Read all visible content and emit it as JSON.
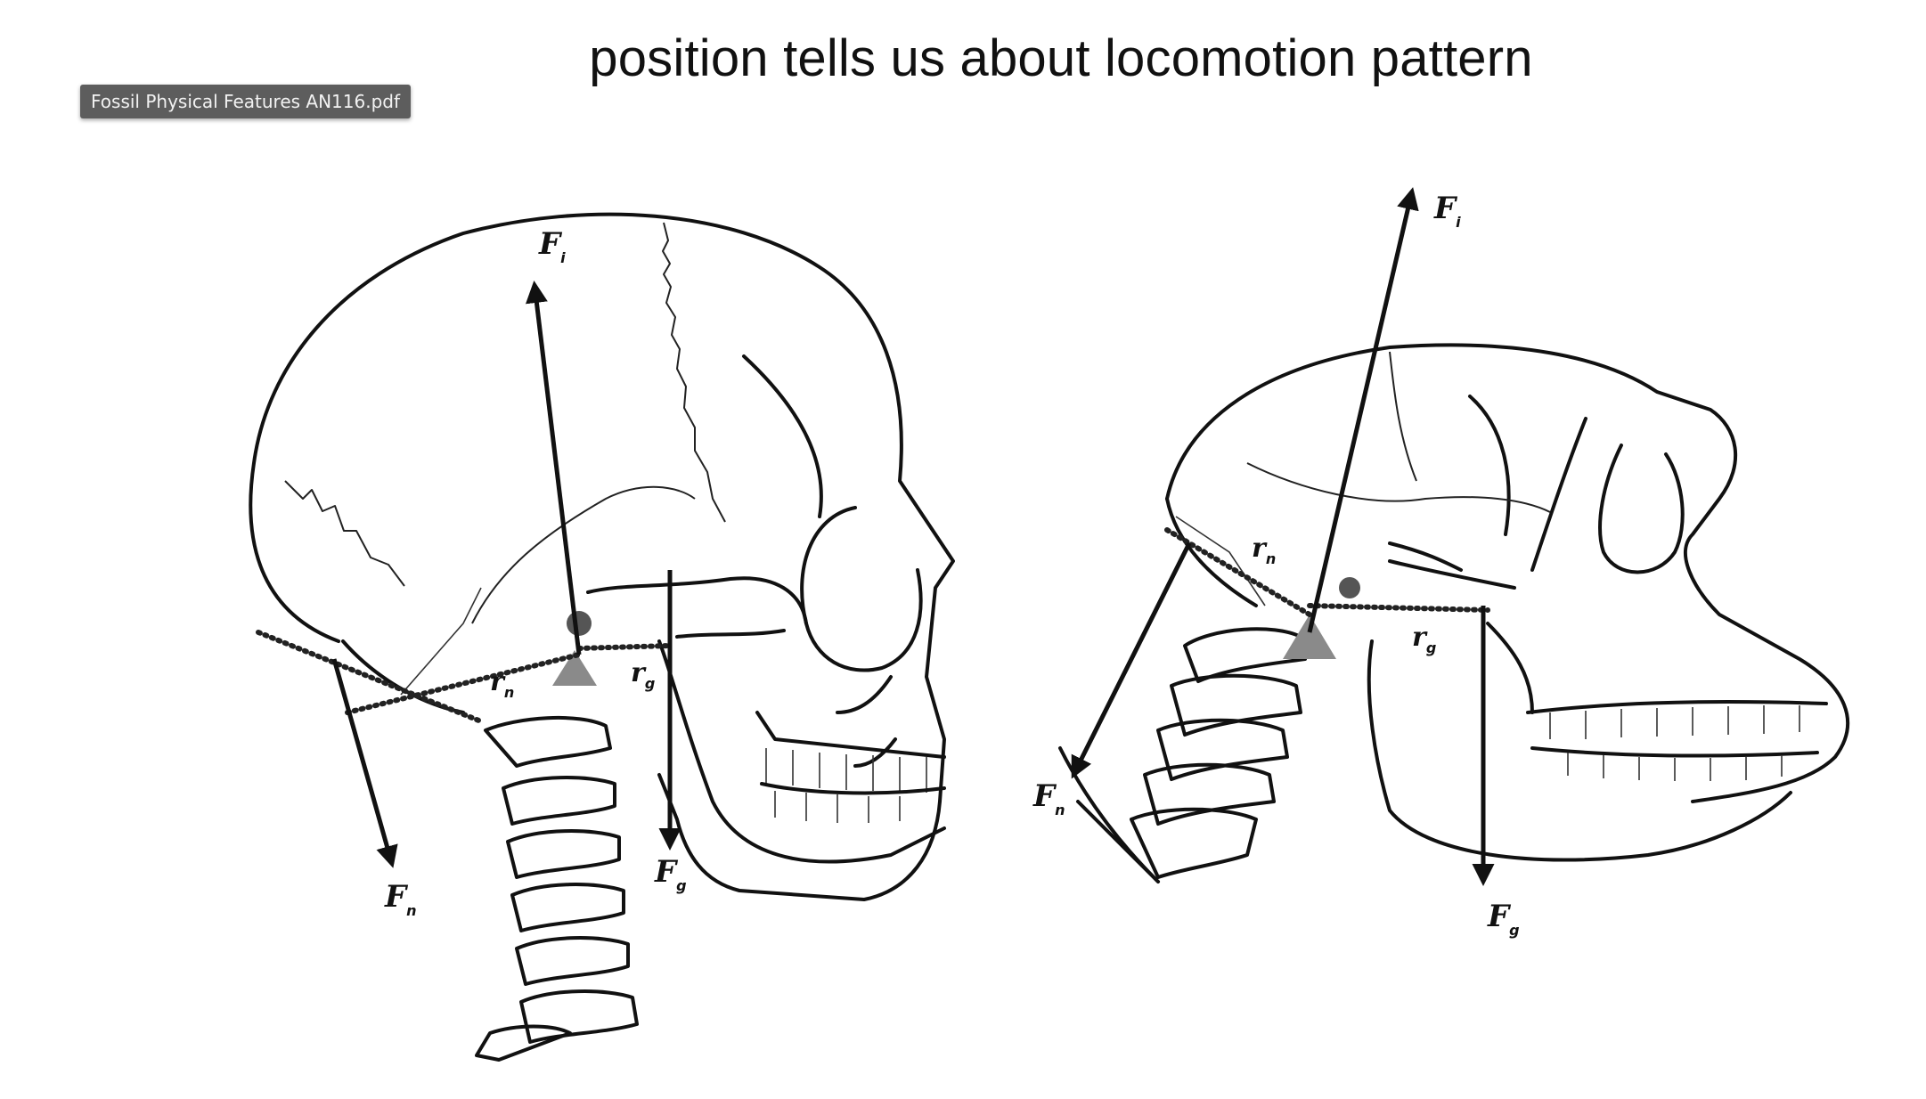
{
  "slide": {
    "title": "position tells us about locomotion pattern"
  },
  "tooltip": {
    "text": "Fossil Physical Features AN116.pdf"
  },
  "colors": {
    "background": "#ffffff",
    "line": "#111111",
    "fulcrum": "#8a8a8a",
    "tooltip_bg": "#5d5d5d"
  },
  "human_skull": {
    "labels": {
      "fi": {
        "base": "F",
        "sub": "i"
      },
      "fn": {
        "base": "F",
        "sub": "n"
      },
      "fg": {
        "base": "F",
        "sub": "g"
      },
      "rn": {
        "base": "r",
        "sub": "n"
      },
      "rg": {
        "base": "r",
        "sub": "g"
      }
    }
  },
  "chimp_skull": {
    "labels": {
      "fi": {
        "base": "F",
        "sub": "i"
      },
      "fn": {
        "base": "F",
        "sub": "n"
      },
      "fg": {
        "base": "F",
        "sub": "g"
      },
      "rn": {
        "base": "r",
        "sub": "n"
      },
      "rg": {
        "base": "r",
        "sub": "g"
      }
    }
  }
}
